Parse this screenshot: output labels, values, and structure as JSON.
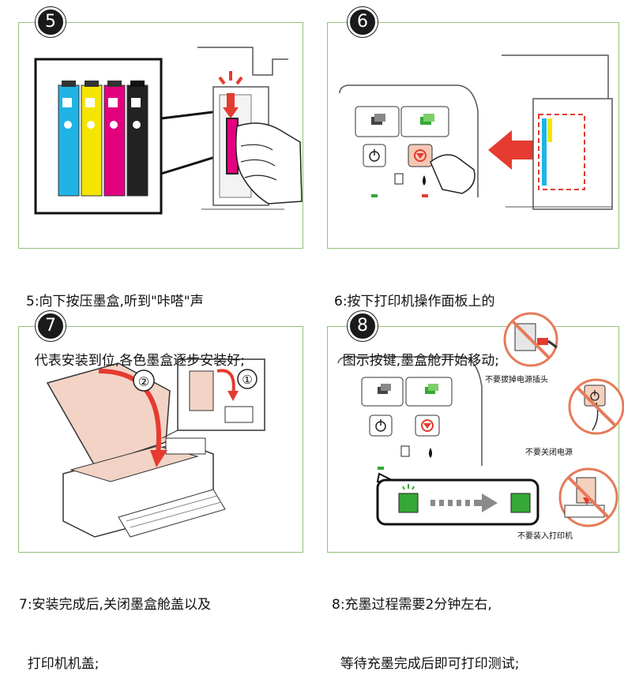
{
  "steps": [
    {
      "num": "5",
      "line1": "5:向下按压墨盒,听到\"咔嗒\"声",
      "line2": "  代表安装到位,各色墨盒逐步安装好;"
    },
    {
      "num": "6",
      "line1": "6:按下打印机操作面板上的",
      "line2": "  图示按键,墨盒舱开始移动;"
    },
    {
      "num": "7",
      "line1": "7:安装完成后,关闭墨盒舱盖以及",
      "line2": "  打印机机盖;"
    },
    {
      "num": "8",
      "line1": "8:充墨过程需要2分钟左右,",
      "line2": "  等待充墨完成后即可打印测试;"
    }
  ],
  "step7_labels": {
    "first": "①",
    "second": "②"
  },
  "step8_notes": {
    "no_unplug": "不要拔掉电源插头",
    "no_power_off": "不要关闭电源",
    "no_load_paper": "不要装入打印机"
  },
  "colors": {
    "frame": "#8fc27a",
    "cyan": "#1fb3e6",
    "yellow": "#f5e400",
    "magenta": "#e3007f",
    "black": "#222222",
    "red": "#e53b30",
    "green": "#35a835",
    "accent_panel": "#f4e0d8"
  },
  "icons": [
    "power-icon",
    "cancel-icon",
    "copy-color-icon",
    "copy-bw-icon",
    "paper-icon",
    "ink-drop-icon",
    "arrow-down-icon",
    "arrow-left-icon",
    "plug-icon",
    "hand-icon"
  ]
}
